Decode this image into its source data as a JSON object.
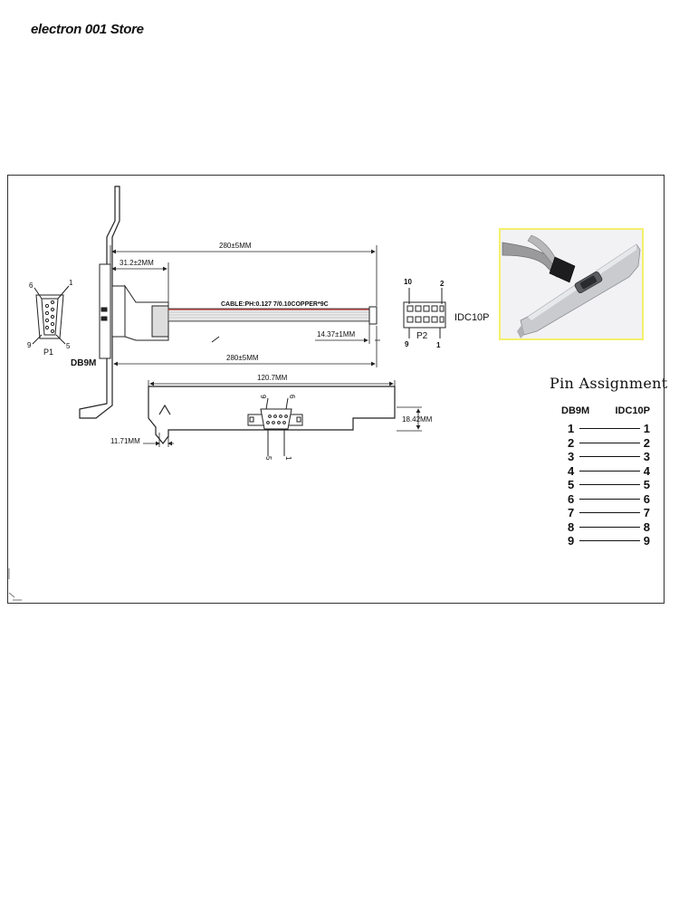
{
  "store": {
    "name": "electron 001 Store"
  },
  "drawing": {
    "dim_total_top": "280±5MM",
    "dim_total_bottom": "280±5MM",
    "dim_head": "31.2±2MM",
    "dim_tail": "14.37±1MM",
    "cable_spec": "CABLE:PH:0.127  7/0.10COPPER*9C",
    "connector_left_label": "DB9M",
    "p1_label": "P1",
    "p1_pins": {
      "tl": "6",
      "tr": "1",
      "bl": "9",
      "br": "5"
    },
    "p2_label": "P2",
    "p2_pins": {
      "tl": "10",
      "tr": "2",
      "bl": "9",
      "br": "1"
    },
    "idc_label": "IDC10P",
    "bracket_width": "120.7MM",
    "bracket_height": "18.42MM",
    "bracket_tab": "11.71MM",
    "bracket_pins": {
      "top_left": "9",
      "top_right": "6",
      "bottom_left": "5",
      "bottom_right": "1"
    }
  },
  "pin_assignment": {
    "title": "Pin Assignment",
    "col_left": "DB9M",
    "col_right": "IDC10P",
    "rows": [
      {
        "left": "1",
        "right": "1"
      },
      {
        "left": "2",
        "right": "2"
      },
      {
        "left": "3",
        "right": "3"
      },
      {
        "left": "4",
        "right": "4"
      },
      {
        "left": "5",
        "right": "5"
      },
      {
        "left": "6",
        "right": "6"
      },
      {
        "left": "7",
        "right": "7"
      },
      {
        "left": "8",
        "right": "8"
      },
      {
        "left": "9",
        "right": "9"
      }
    ]
  }
}
